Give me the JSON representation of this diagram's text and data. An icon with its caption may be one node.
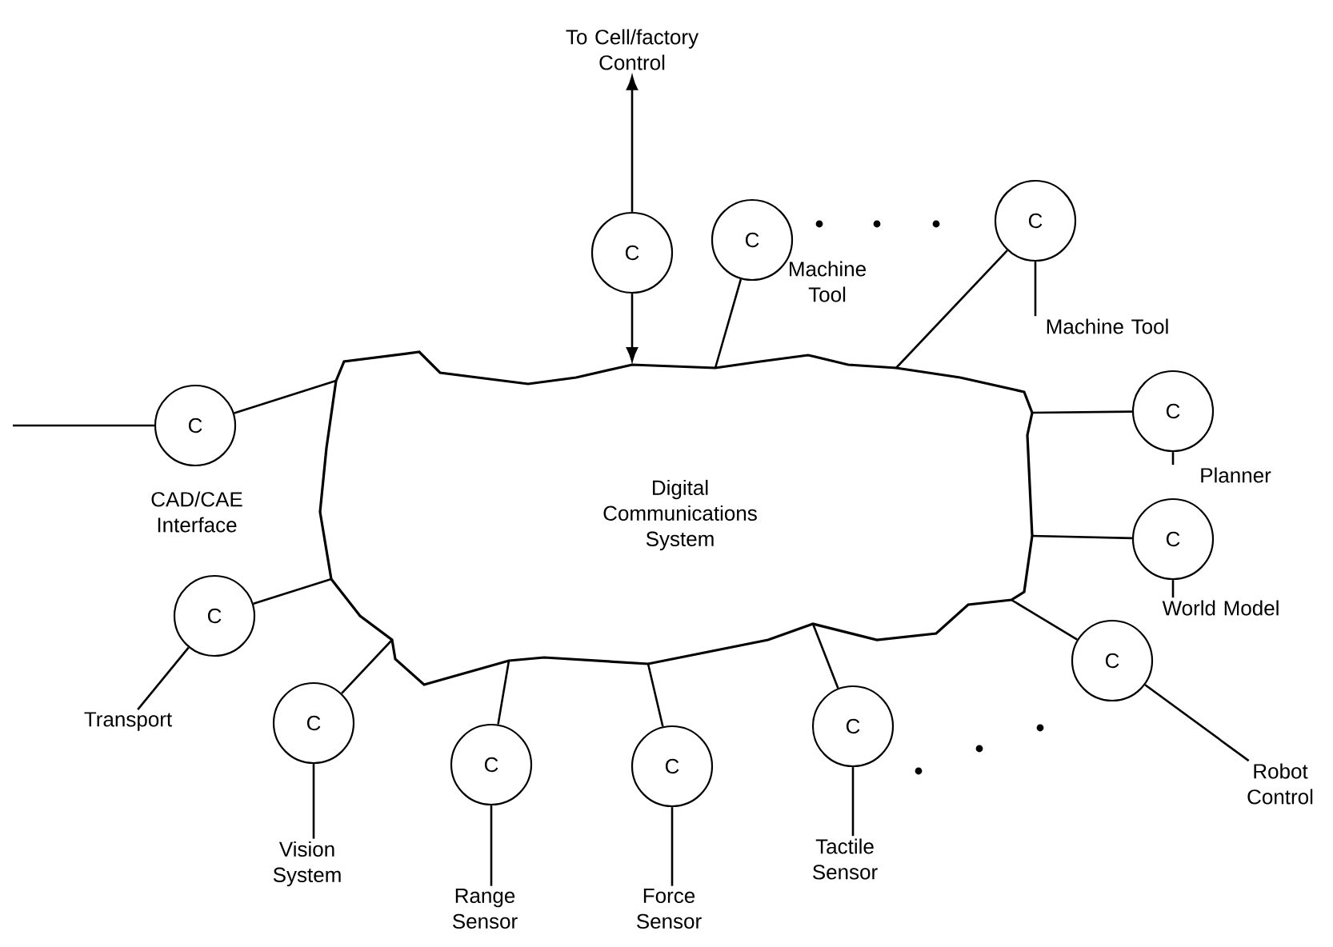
{
  "diagram": {
    "nodes": [
      {
        "text": [
          "Digital Communications System"
        ]
      },
      {
        "text": [
          "To Cell/factory Control"
        ]
      },
      {
        "text": [
          "C"
        ]
      },
      {
        "text": [
          "C"
        ],
        "beside": [
          "Machine Tool"
        ]
      },
      {
        "text": [
          "C"
        ]
      },
      {
        "text": [
          "Machine Tool"
        ]
      },
      {
        "text": [
          "C"
        ]
      },
      {
        "text": [
          "Planner"
        ]
      },
      {
        "text": [
          "C"
        ]
      },
      {
        "text": [
          "World Model"
        ]
      },
      {
        "text": [
          "C"
        ]
      },
      {
        "text": [
          "Robot Control"
        ]
      },
      {
        "text": [
          "C"
        ]
      },
      {
        "text": [
          "Tactile Sensor"
        ]
      },
      {
        "text": [
          "C"
        ]
      },
      {
        "text": [
          "Force Sensor"
        ]
      },
      {
        "text": [
          "C"
        ]
      },
      {
        "text": [
          "Range Sensor"
        ]
      },
      {
        "text": [
          "C"
        ]
      },
      {
        "text": [
          "Vision System"
        ]
      },
      {
        "text": [
          "C"
        ]
      },
      {
        "text": [
          "Transport"
        ]
      },
      {
        "text": [
          "C"
        ],
        "beside": [
          "CAD/CAE Interface"
        ]
      }
    ],
    "edges": [
      {
        "from": 2,
        "to": 1,
        "arrow": "to"
      },
      {
        "from": 2,
        "to": 0,
        "arrow": "to"
      },
      {
        "from": 3,
        "to": 0,
        "arrow": "none"
      },
      {
        "from": 4,
        "to": 0,
        "arrow": "none"
      },
      {
        "from": 4,
        "to": 5,
        "arrow": "none"
      },
      {
        "from": 6,
        "to": 0,
        "arrow": "none"
      },
      {
        "from": 6,
        "to": 7,
        "arrow": "none"
      },
      {
        "from": 8,
        "to": 0,
        "arrow": "none"
      },
      {
        "from": 8,
        "to": 9,
        "arrow": "none"
      },
      {
        "from": 10,
        "to": 0,
        "arrow": "none"
      },
      {
        "from": 10,
        "to": 11,
        "arrow": "none"
      },
      {
        "from": 12,
        "to": 0,
        "arrow": "none"
      },
      {
        "from": 12,
        "to": 13,
        "arrow": "none"
      },
      {
        "from": 14,
        "to": 0,
        "arrow": "none"
      },
      {
        "from": 14,
        "to": 15,
        "arrow": "none"
      },
      {
        "from": 16,
        "to": 0,
        "arrow": "none"
      },
      {
        "from": 16,
        "to": 17,
        "arrow": "none"
      },
      {
        "from": 18,
        "to": 0,
        "arrow": "none"
      },
      {
        "from": 18,
        "to": 19,
        "arrow": "none"
      },
      {
        "from": 20,
        "to": 0,
        "arrow": "none"
      },
      {
        "from": 20,
        "to": 21,
        "arrow": "none"
      },
      {
        "from": 22,
        "to": 0,
        "arrow": "none"
      },
      {
        "from": null,
        "to": 22,
        "arrow": "none"
      }
    ]
  }
}
